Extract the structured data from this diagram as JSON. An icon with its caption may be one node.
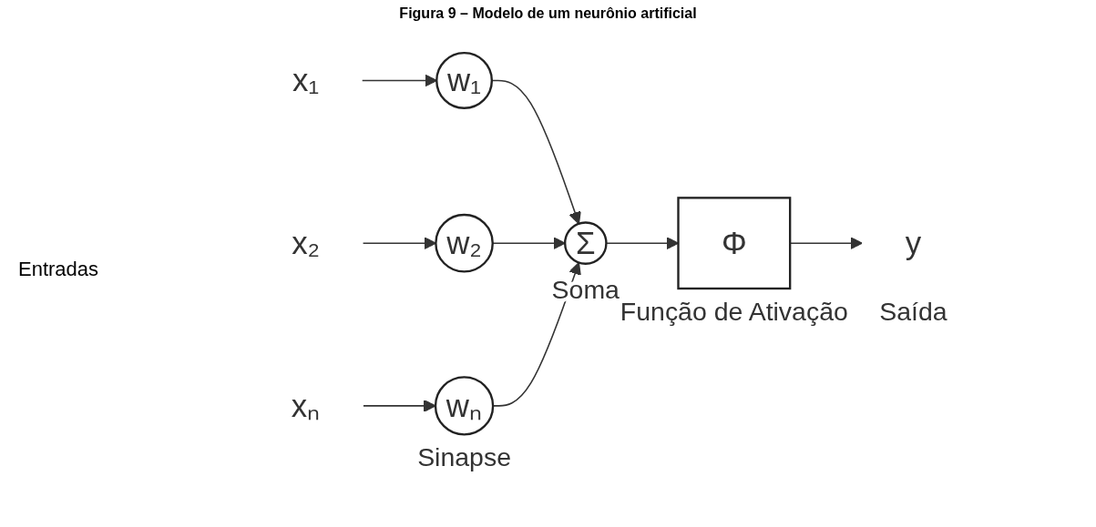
{
  "diagram": {
    "title": "Figura 9 – Modelo de um neurônio artificial",
    "nodes": [
      {
        "text": [
          "x₁"
        ]
      },
      {
        "text": [
          "x₂"
        ]
      },
      {
        "text": [
          "xₙ"
        ]
      },
      {
        "text": [
          "w₁"
        ]
      },
      {
        "text": [
          "w₂"
        ]
      },
      {
        "text": [
          "wₙ"
        ],
        "beside": [
          "Sinapse"
        ]
      },
      {
        "text": [
          "Σ"
        ],
        "beside": [
          "Soma"
        ]
      },
      {
        "text": [
          "Φ"
        ],
        "beside": [
          "Função de Ativação"
        ]
      },
      {
        "text": [
          "y"
        ],
        "beside": [
          "Saída"
        ]
      }
    ],
    "edges": [
      {
        "from": 0,
        "to": 3,
        "arrow": "to"
      },
      {
        "from": 1,
        "to": 4,
        "arrow": "to"
      },
      {
        "from": 2,
        "to": 5,
        "arrow": "to"
      },
      {
        "from": 3,
        "to": 6,
        "arrow": "to"
      },
      {
        "from": 4,
        "to": 6,
        "arrow": "to"
      },
      {
        "from": 5,
        "to": 6,
        "arrow": "to"
      },
      {
        "from": 6,
        "to": 7,
        "arrow": "to"
      },
      {
        "from": 7,
        "to": 8,
        "arrow": "to"
      }
    ],
    "labels": [
      "Entradas"
    ]
  }
}
